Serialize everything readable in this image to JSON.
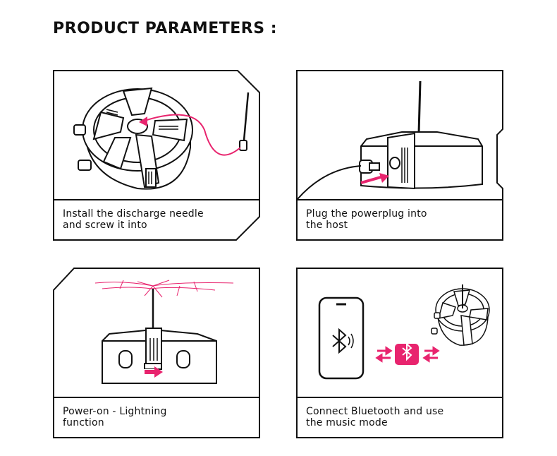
{
  "header": {
    "title": "PRODUCT PARAMETERS :"
  },
  "theme": {
    "accent": "#e8246e",
    "ink": "#111111"
  },
  "cards": [
    {
      "caption": "Install the discharge needle\nand screw it into",
      "illustration": "discharge-needle-install"
    },
    {
      "caption": "Plug the powerplug into\nthe host",
      "illustration": "power-plug"
    },
    {
      "caption": "Power-on - Lightning\nfunction",
      "illustration": "lightning-power-on"
    },
    {
      "caption": "Connect Bluetooth and use\nthe music mode",
      "illustration": "bluetooth-music"
    }
  ]
}
